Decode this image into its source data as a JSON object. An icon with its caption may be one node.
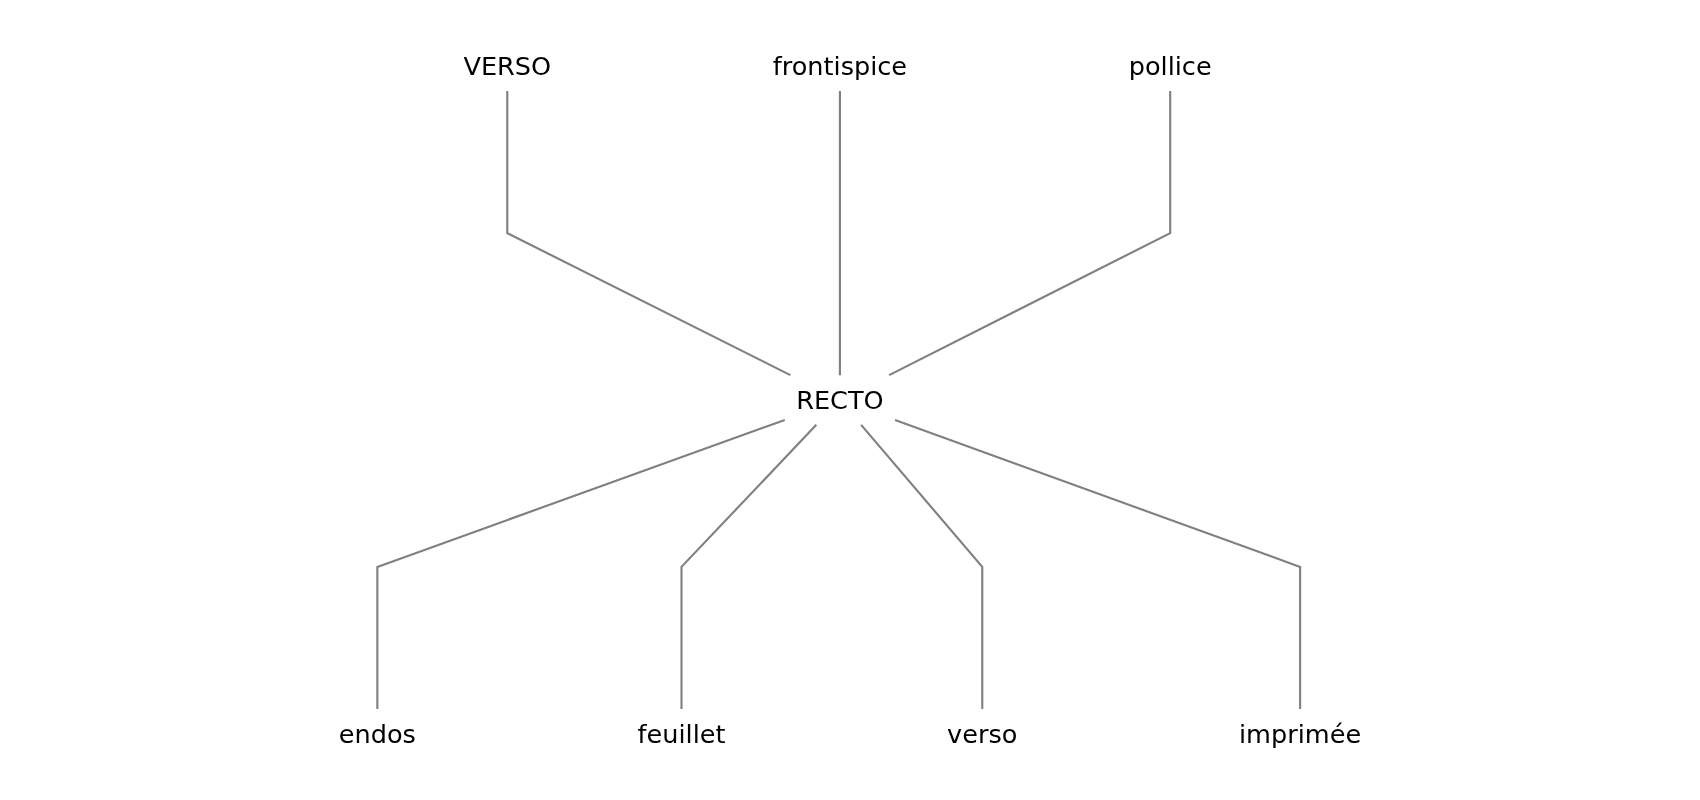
{
  "diagram": {
    "nodes": [
      {
        "text": [
          "frontispice"
        ]
      },
      {
        "text": [
          "VERSO"
        ]
      },
      {
        "text": [
          "pollice"
        ]
      },
      {
        "text": [
          "RECTO"
        ]
      },
      {
        "text": [
          "imprimée"
        ]
      },
      {
        "text": [
          "endos"
        ]
      },
      {
        "text": [
          "verso"
        ]
      },
      {
        "text": [
          "feuillet"
        ]
      }
    ],
    "edges": [
      {
        "from": 1,
        "to": 3,
        "arrow": "none"
      },
      {
        "from": 0,
        "to": 3,
        "arrow": "none"
      },
      {
        "from": 2,
        "to": 3,
        "arrow": "none"
      },
      {
        "from": 3,
        "to": 5,
        "arrow": "none"
      },
      {
        "from": 3,
        "to": 7,
        "arrow": "none"
      },
      {
        "from": 3,
        "to": 6,
        "arrow": "none"
      },
      {
        "from": 3,
        "to": 4,
        "arrow": "none"
      }
    ]
  }
}
